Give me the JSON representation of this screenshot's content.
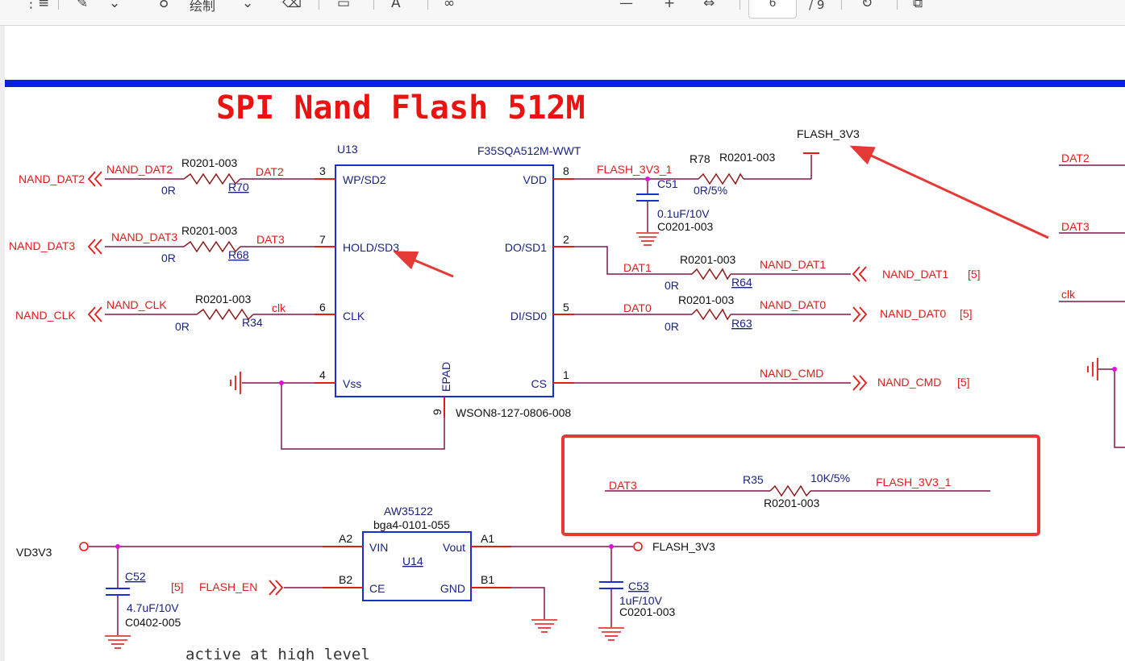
{
  "toolbar": {
    "draw_label": "绘制",
    "page_current": "6",
    "page_total": "/ 9",
    "icons": [
      "list-icon",
      "highlight-icon",
      "chevron-down-icon",
      "bulb-icon",
      "chevron-down-icon",
      "eraser-icon",
      "textbox-icon",
      "text-size-icon",
      "ink-icon",
      "zoom-out-icon",
      "zoom-in-icon",
      "fit-icon",
      "rotate-icon",
      "spread-icon"
    ]
  },
  "title": "SPI Nand Flash 512M",
  "colors": {
    "title": "#ee1111",
    "net": "#e01b1b",
    "wire": "#7b1a4a",
    "chip": "#1a2fd0",
    "ref": "#1a237e",
    "header_bar": "#0a1fe8",
    "annotation": "#e53935"
  },
  "u13": {
    "ref": "U13",
    "part": "F35SQA512M-WWT",
    "package": "WSON8-127-0806-008",
    "left_pins": [
      {
        "num": "3",
        "name": "WP/SD2"
      },
      {
        "num": "7",
        "name": "HOLD/SD3"
      },
      {
        "num": "6",
        "name": "CLK"
      },
      {
        "num": "4",
        "name": "Vss"
      }
    ],
    "right_pins": [
      {
        "num": "8",
        "name": "VDD"
      },
      {
        "num": "2",
        "name": "DO/SD1"
      },
      {
        "num": "5",
        "name": "DI/SD0"
      },
      {
        "num": "1",
        "name": "CS"
      }
    ],
    "epad_name": "EPAD",
    "epad_num": "9"
  },
  "left_nets": [
    {
      "port": "NAND_DAT2",
      "wire": "NAND_DAT2",
      "res_ref": "R70",
      "res_val": "0R",
      "res_pkg": "R0201-003",
      "chip_net": "DAT2"
    },
    {
      "port": "NAND_DAT3",
      "wire": "NAND_DAT3",
      "res_ref": "R68",
      "res_val": "0R",
      "res_pkg": "R0201-003",
      "chip_net": "DAT3"
    },
    {
      "port": "NAND_CLK",
      "wire": "NAND_CLK",
      "res_ref": "R34",
      "res_val": "0R",
      "res_pkg": "R0201-003",
      "chip_net": "clk"
    }
  ],
  "vdd": {
    "net": "FLASH_3V3_1",
    "power": "FLASH_3V3",
    "res_ref": "R78",
    "res_val": "0R/5%",
    "res_pkg": "R0201-003",
    "cap_ref": "C51",
    "cap_val": "0.1uF/10V",
    "cap_pkg": "C0201-003"
  },
  "right_nets": [
    {
      "chip_net": "DAT1",
      "res_ref": "R64",
      "res_val": "0R",
      "res_pkg": "R0201-003",
      "wire": "NAND_DAT1",
      "port": "NAND_DAT1",
      "sheet": "[5]"
    },
    {
      "chip_net": "DAT0",
      "res_ref": "R63",
      "res_val": "0R",
      "res_pkg": "R0201-003",
      "wire": "NAND_DAT0",
      "port": "NAND_DAT0",
      "sheet": "[5]"
    },
    {
      "wire": "NAND_CMD",
      "port": "NAND_CMD",
      "sheet": "[5]"
    }
  ],
  "pullup": {
    "left_net": "DAT3",
    "res_ref": "R35",
    "res_val": "10K/5%",
    "res_pkg": "R0201-003",
    "right_net": "FLASH_3V3_1"
  },
  "u14": {
    "ref": "U14",
    "part": "AW35122",
    "package": "bga4-0101-055",
    "pins": [
      {
        "num": "A2",
        "name": "VIN"
      },
      {
        "num": "B2",
        "name": "CE"
      },
      {
        "num": "A1",
        "name": "Vout"
      },
      {
        "num": "B1",
        "name": "GND"
      }
    ],
    "in_power": "VD3V3",
    "out_power": "FLASH_3V3",
    "enable_net": "FLASH_EN",
    "enable_sheet": "[5]",
    "c52": {
      "ref": "C52",
      "val": "4.7uF/10V",
      "pkg": "C0402-005"
    },
    "c53": {
      "ref": "C53",
      "val": "1uF/10V",
      "pkg": "C0201-003"
    }
  },
  "right_clip": [
    "DAT2",
    "DAT3",
    "clk"
  ],
  "footer_note": "active at high level"
}
